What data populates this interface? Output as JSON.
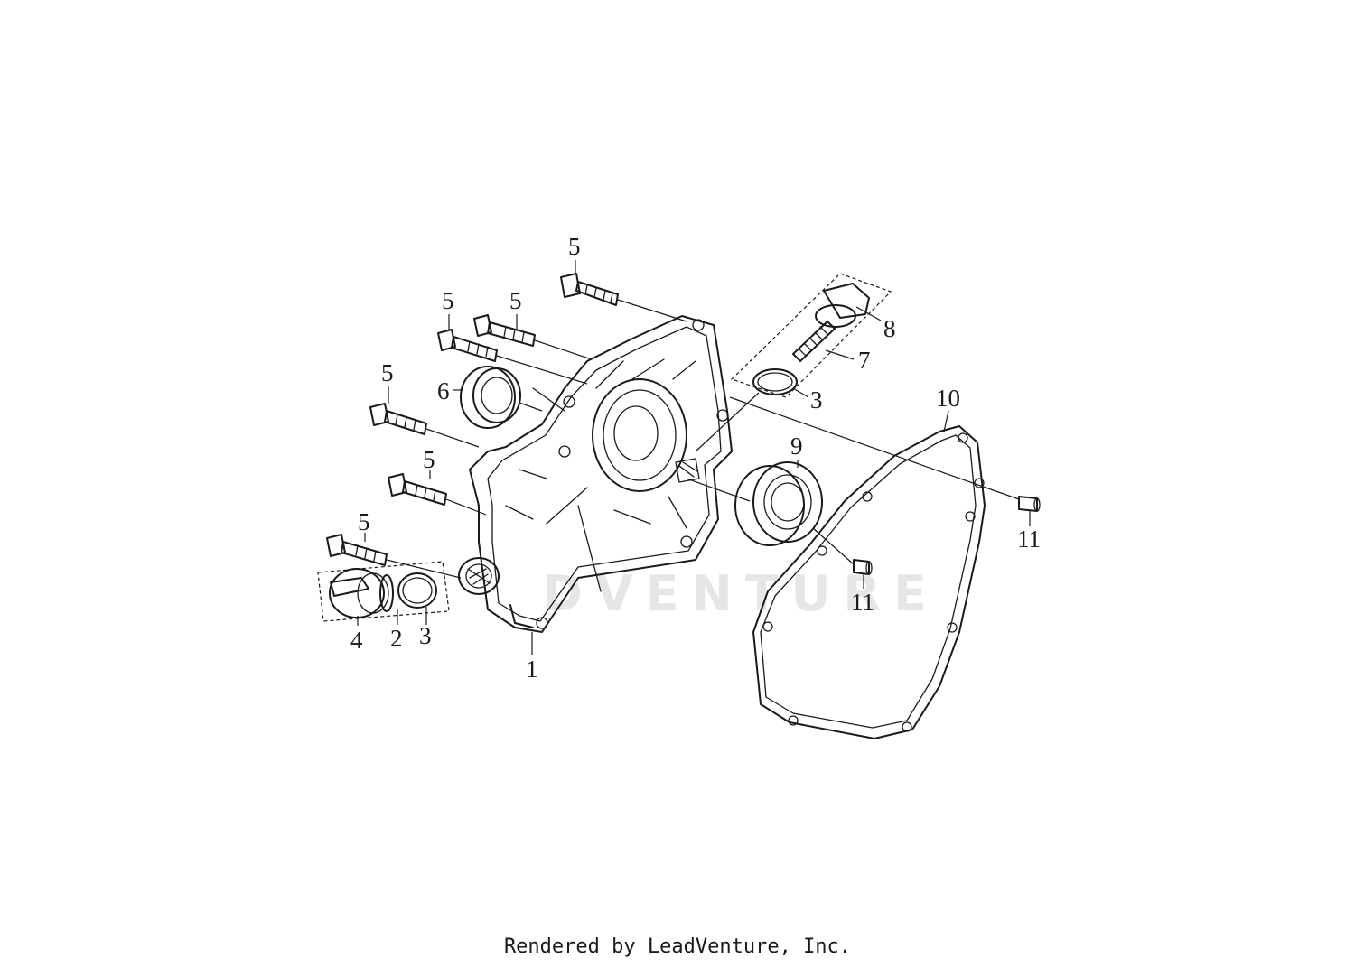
{
  "watermark": "DVENTURE",
  "footer": "Rendered by LeadVenture, Inc.",
  "callouts": {
    "c1": "1",
    "c2": "2",
    "c3a": "3",
    "c3b": "3",
    "c4": "4",
    "c5a": "5",
    "c5b": "5",
    "c5c": "5",
    "c5d": "5",
    "c5e": "5",
    "c5f": "5",
    "c6": "6",
    "c7": "7",
    "c8": "8",
    "c9": "9",
    "c10": "10",
    "c11a": "11",
    "c11b": "11"
  }
}
